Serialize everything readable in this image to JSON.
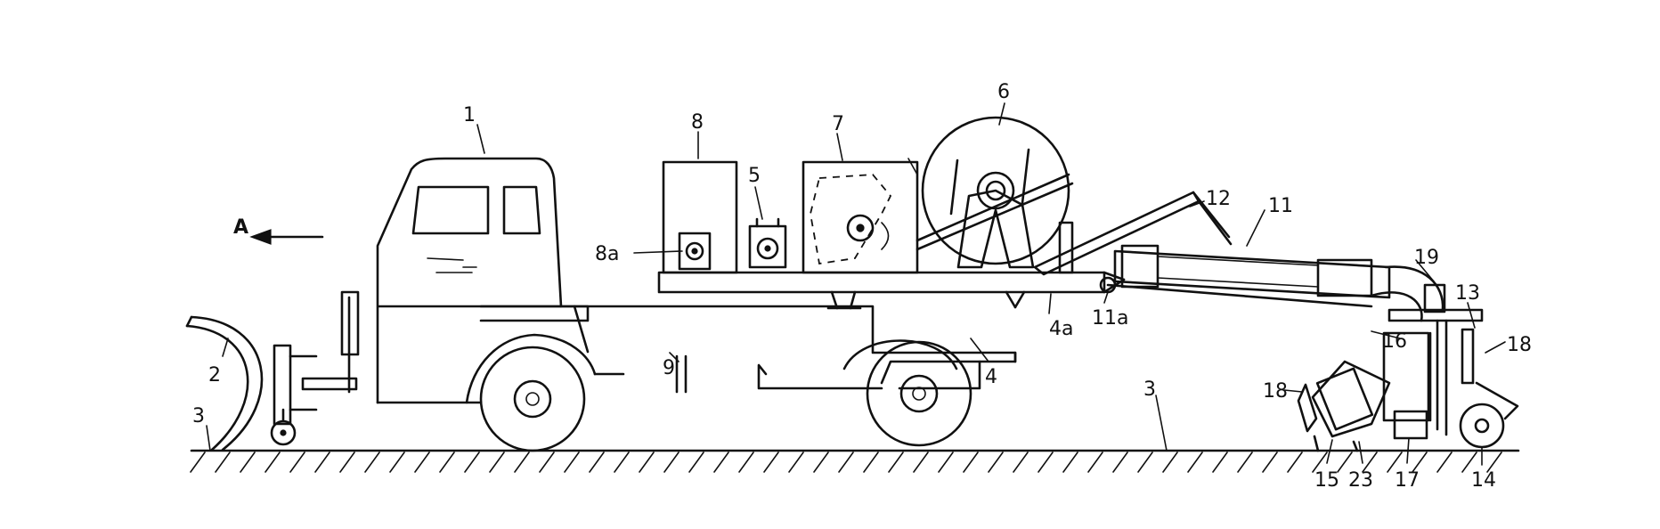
{
  "direction_label": "A",
  "labels": {
    "l1": "1",
    "l2": "2",
    "l3a": "3",
    "l3b": "3",
    "l4": "4",
    "l4a": "4a",
    "l5": "5",
    "l6": "6",
    "l7": "7",
    "l8": "8",
    "l8a": "8a",
    "l9": "9",
    "l11": "11",
    "l11a": "11a",
    "l12": "12",
    "l13": "13",
    "l14": "14",
    "l15": "15",
    "l16": "16",
    "l17": "17",
    "l18a": "18",
    "l18b": "18",
    "l19": "19",
    "l23": "23"
  }
}
